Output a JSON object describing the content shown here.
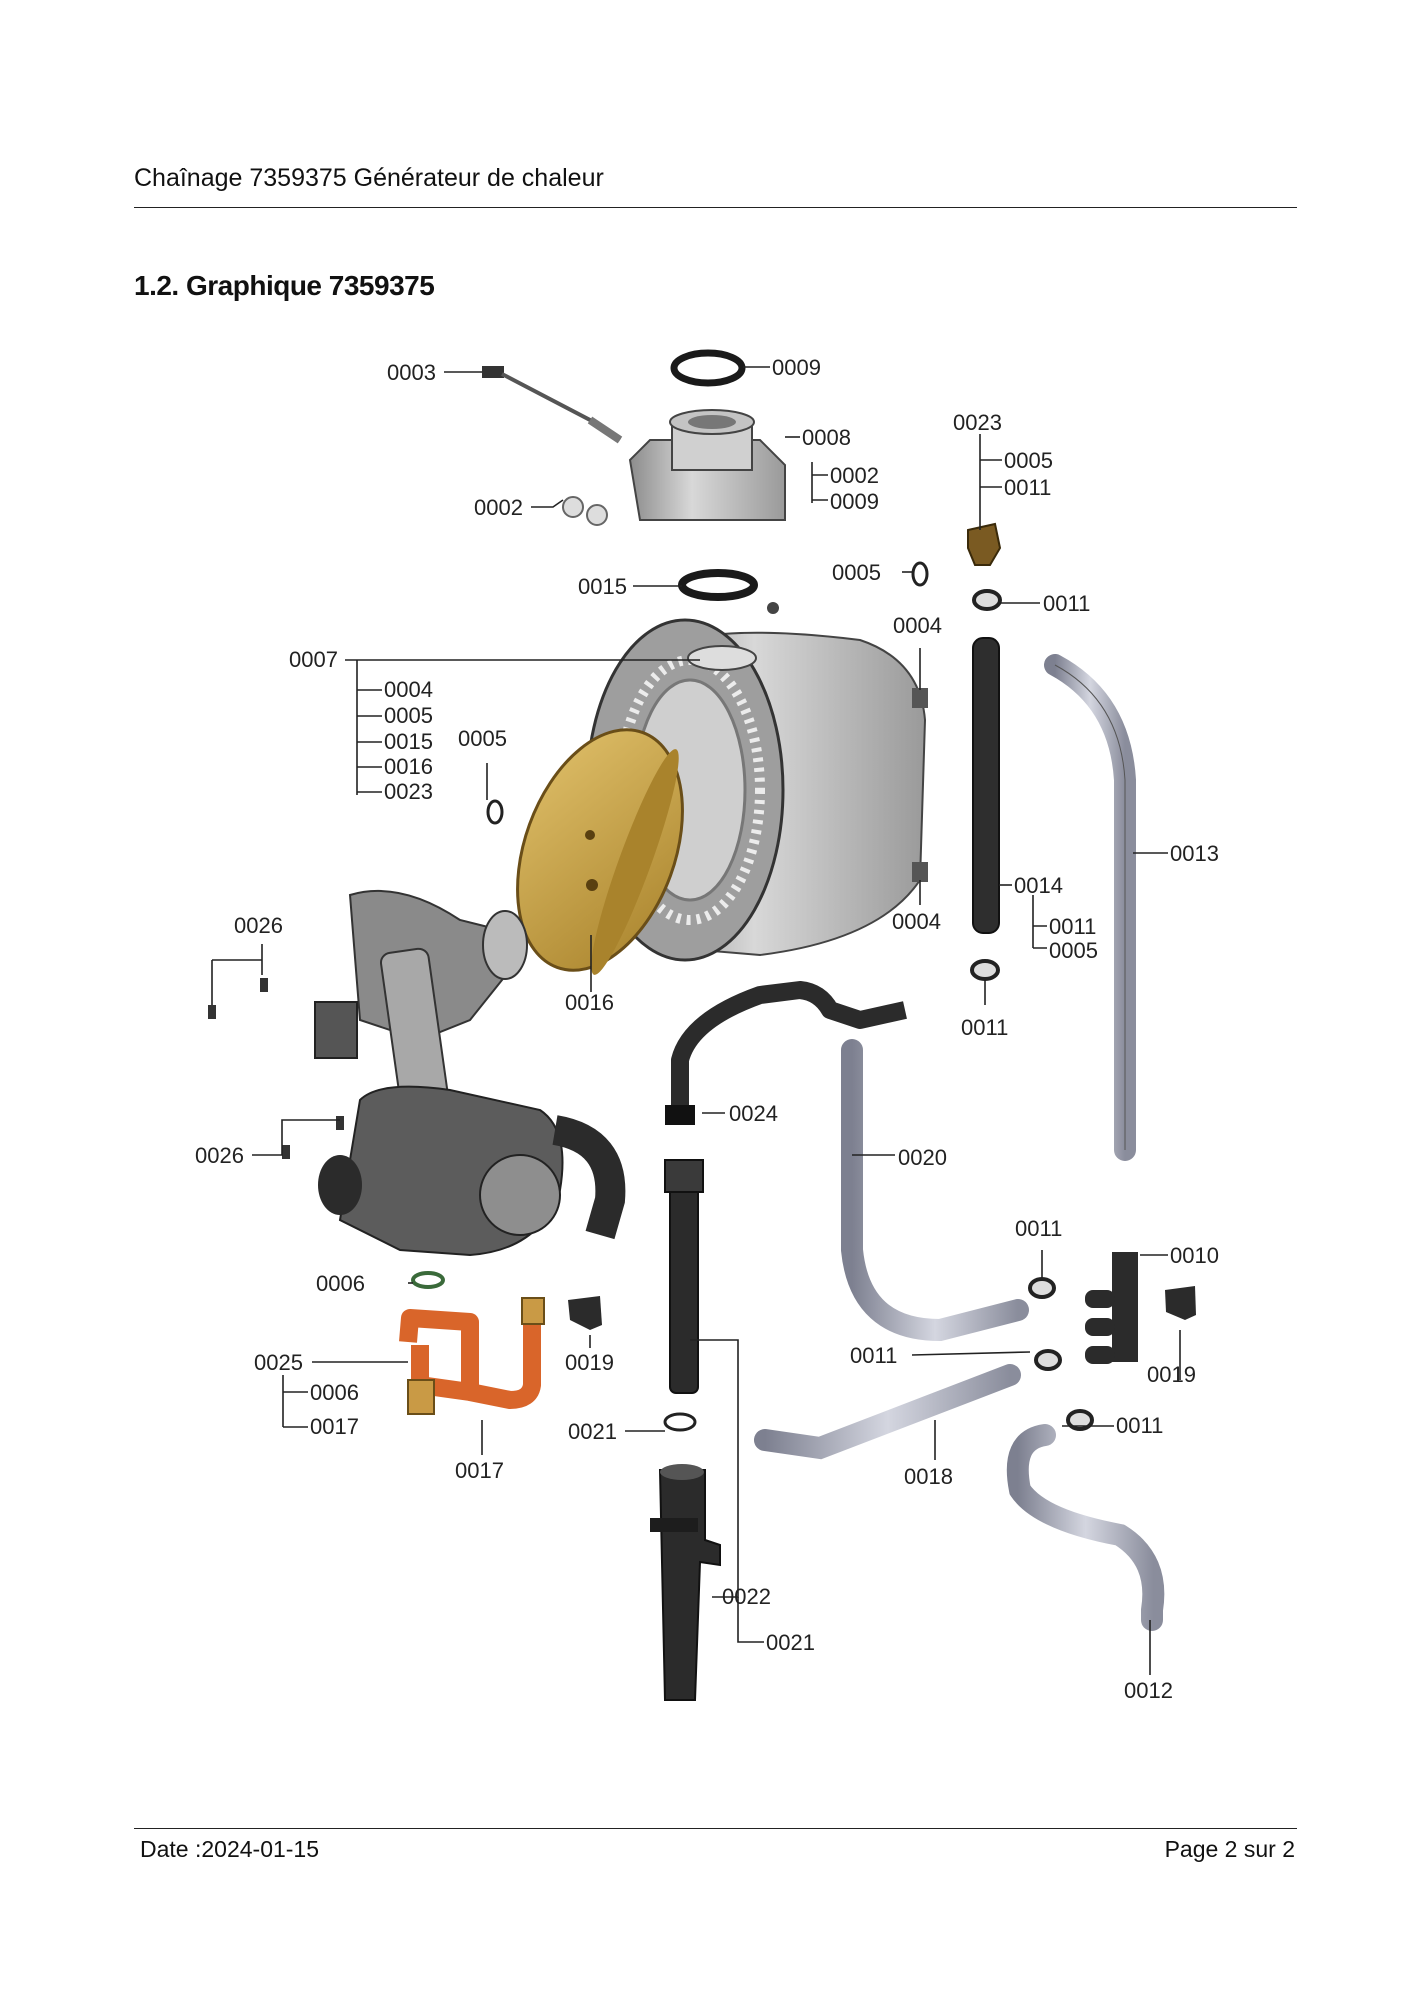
{
  "header": {
    "title": "Chaînage 7359375 Générateur de chaleur"
  },
  "section": {
    "title": "1.2. Graphique 7359375"
  },
  "callouts": {
    "c0003": "0003",
    "c0009a": "0009",
    "c0008": "0008",
    "c0002sub": "0002",
    "c0009sub": "0009",
    "c0002": "0002",
    "c0023top": "0023",
    "c0005top": "0005",
    "c0011top": "0011",
    "c0015": "0015",
    "c0005ring": "0005",
    "c0011clamp": "0011",
    "c0004top": "0004",
    "c0007": "0007",
    "c0007_0004": "0004",
    "c0007_0005": "0005",
    "c0007_0015": "0015",
    "c0007_0016": "0016",
    "c0007_0023": "0023",
    "c0005left": "0005",
    "c0013": "0013",
    "c0014": "0014",
    "c0014_0011": "0011",
    "c0014_0005": "0005",
    "c0004bot": "0004",
    "c0026a": "0026",
    "c0016": "0016",
    "c0011mid": "0011",
    "c0024": "0024",
    "c0020": "0020",
    "c0026b": "0026",
    "c0011r1": "0011",
    "c0010": "0010",
    "c0006": "0006",
    "c0019a": "0019",
    "c0011r2": "0011",
    "c0019b": "0019",
    "c0025": "0025",
    "c0025_0006": "0006",
    "c0025_0017": "0017",
    "c0021": "0021",
    "c0011r3": "0011",
    "c0018": "0018",
    "c0017": "0017",
    "c0022": "0022",
    "c0022_0021": "0021",
    "c0012": "0012"
  },
  "colors": {
    "accent_brass": "#c9a44a",
    "copper": "#d9652a",
    "grey_part": "#b9bcc8",
    "dark_part": "#2b2b2b"
  },
  "footer": {
    "date": "Date :2024-01-15",
    "page": "Page 2 sur   2"
  }
}
